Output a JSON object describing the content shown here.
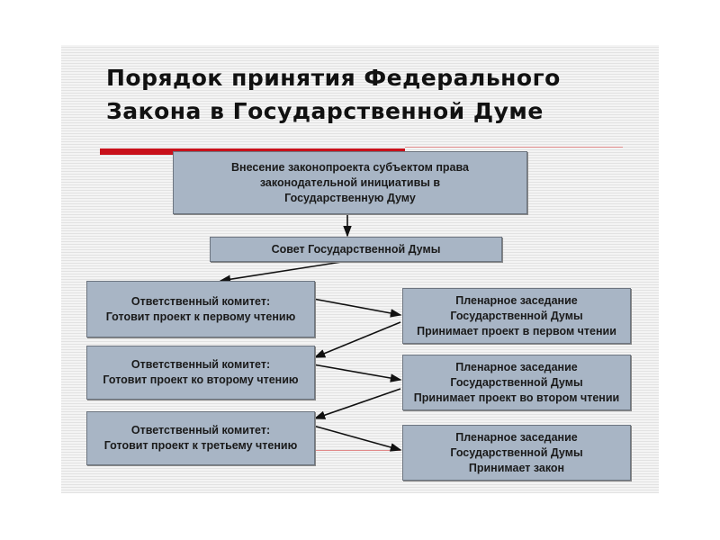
{
  "title": [
    "Порядок принятия Федерального",
    "Закона в Государственной Думе"
  ],
  "boxes": {
    "submission": [
      "Внесение законопроекта субъектом права",
      "законодательной инициативы в",
      "Государственную Думу"
    ],
    "council": [
      "Совет Государственной Думы"
    ],
    "committee1": [
      "Ответственный комитет:",
      "Готовит проект к первому чтению"
    ],
    "committee2": [
      "Ответственный комитет:",
      "Готовит проект ко второму чтению"
    ],
    "committee3": [
      "Ответственный комитет:",
      "Готовит проект к третьему чтению"
    ],
    "plenary1": [
      "Пленарное заседание",
      "Государственной Думы",
      "Принимает проект в первом чтении"
    ],
    "plenary2": [
      "Пленарное заседание",
      "Государственной Думы",
      "Принимает проект во втором чтении"
    ],
    "plenary3": [
      "Пленарное заседание",
      "Государственной Думы",
      "Принимает закон"
    ]
  },
  "colors": {
    "box": "#a8b5c5",
    "accent": "#c8101a"
  }
}
